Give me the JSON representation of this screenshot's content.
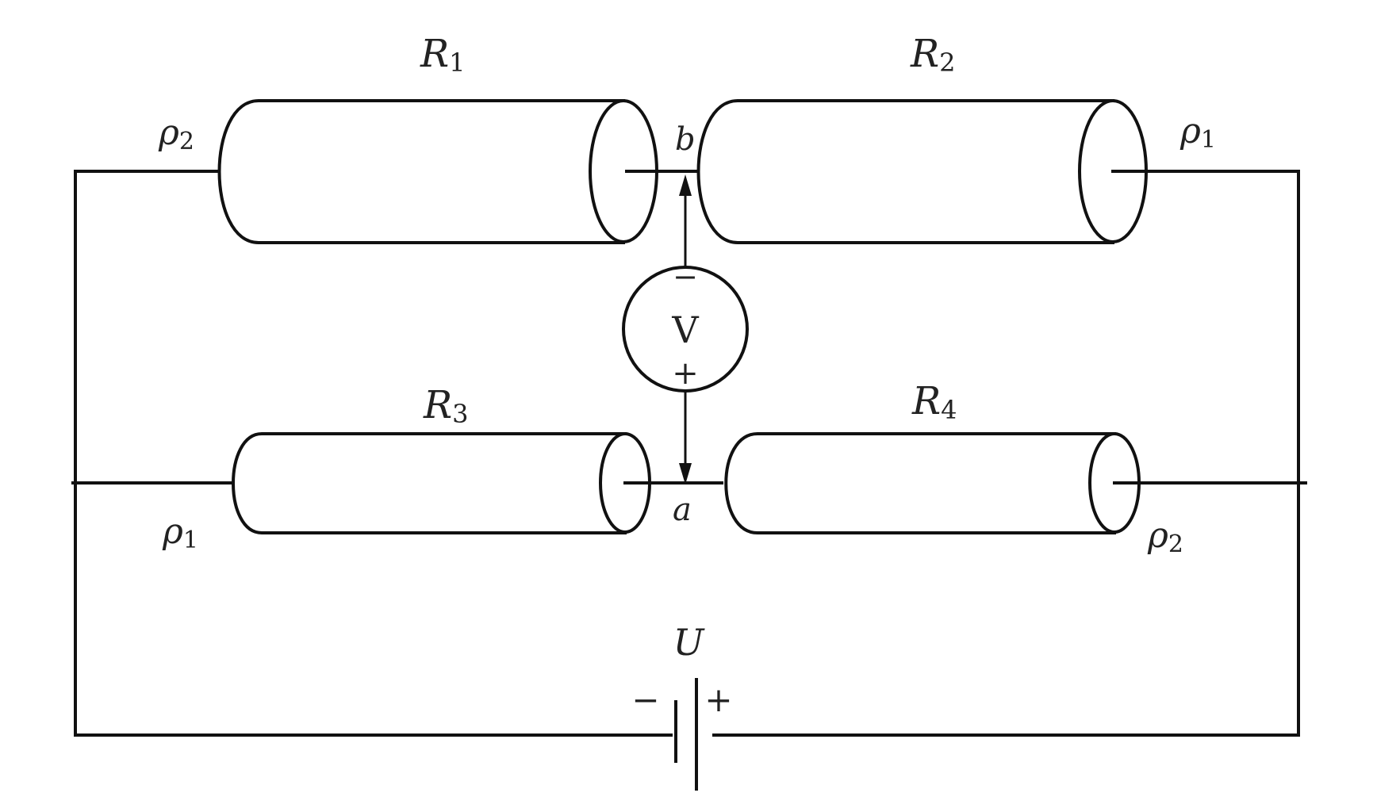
{
  "resistors": [
    {
      "id": "R1",
      "label": "R",
      "sub": "1"
    },
    {
      "id": "R2",
      "label": "R",
      "sub": "2"
    },
    {
      "id": "R3",
      "label": "R",
      "sub": "3"
    },
    {
      "id": "R4",
      "label": "R",
      "sub": "4"
    }
  ],
  "resistivity": {
    "r1_end": {
      "sym": "ρ",
      "sub": "2"
    },
    "r2_end": {
      "sym": "ρ",
      "sub": "1"
    },
    "r3_end": {
      "sym": "ρ",
      "sub": "1"
    },
    "r4_end": {
      "sym": "ρ",
      "sub": "2"
    }
  },
  "nodes": {
    "top": "b",
    "bottom": "a"
  },
  "voltmeter": {
    "label": "V",
    "minus": "−",
    "plus": "+"
  },
  "battery": {
    "label": "U",
    "minus": "−",
    "plus": "+"
  }
}
